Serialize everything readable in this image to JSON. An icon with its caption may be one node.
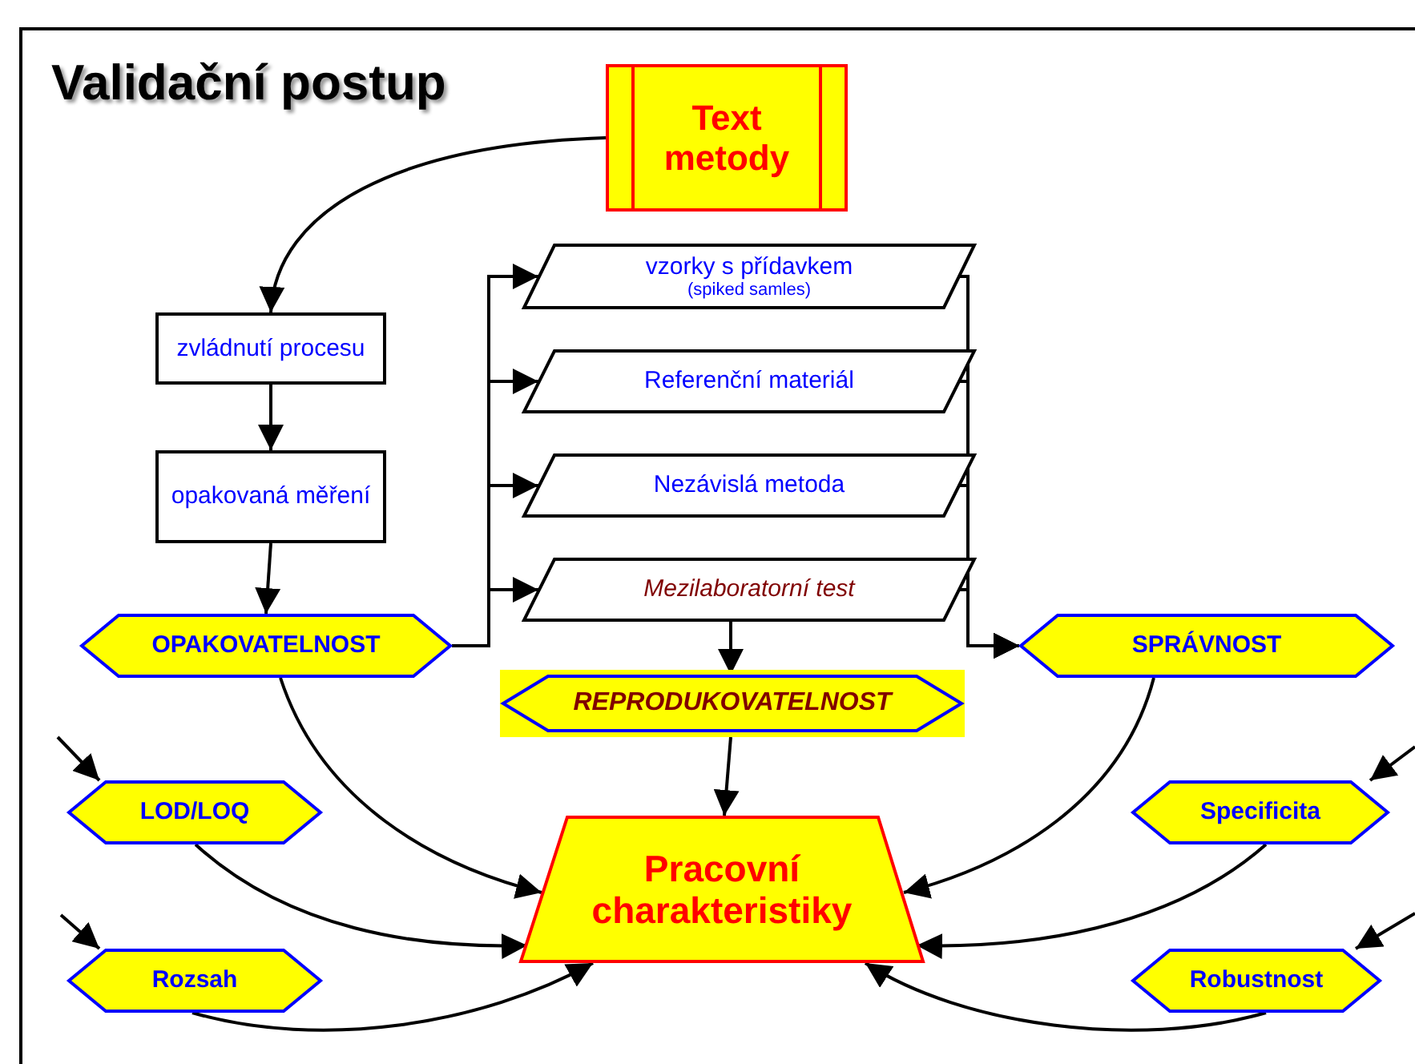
{
  "diagram": {
    "title": "Validační postup",
    "nodes": [
      {
        "text": [
          "Text metody"
        ]
      },
      {
        "text": [
          "zvládnutí procesu"
        ]
      },
      {
        "text": [
          "opakovaná měření"
        ]
      },
      {
        "text": [
          "vzorky s přídavkem",
          "(spiked samles)"
        ]
      },
      {
        "text": [
          "Referenční materiál"
        ]
      },
      {
        "text": [
          "Nezávislá metoda"
        ]
      },
      {
        "text": [
          "Mezilaboratorní test"
        ]
      },
      {
        "text": [
          "OPAKOVATELNOST"
        ]
      },
      {
        "text": [
          "SPRÁVNOST"
        ]
      },
      {
        "text": [
          "REPRODUKOVATELNOST"
        ]
      },
      {
        "text": [
          "LOD/LOQ"
        ]
      },
      {
        "text": [
          "Specificita"
        ]
      },
      {
        "text": [
          "Pracovní charakteristiky"
        ]
      },
      {
        "text": [
          "Rozsah"
        ]
      },
      {
        "text": [
          "Robustnost"
        ]
      }
    ],
    "edges": [
      {
        "from": 0,
        "to": 1,
        "arrow": "to"
      },
      {
        "from": 1,
        "to": 2,
        "arrow": "to"
      },
      {
        "from": 2,
        "to": 7,
        "arrow": "to"
      },
      {
        "from": 7,
        "to": 3,
        "arrow": "to"
      },
      {
        "from": 7,
        "to": 4,
        "arrow": "to"
      },
      {
        "from": 7,
        "to": 5,
        "arrow": "to"
      },
      {
        "from": 7,
        "to": 6,
        "arrow": "to"
      },
      {
        "from": 3,
        "to": 8,
        "arrow": "to"
      },
      {
        "from": 4,
        "to": 8,
        "arrow": "to"
      },
      {
        "from": 5,
        "to": 8,
        "arrow": "to"
      },
      {
        "from": 6,
        "to": 8,
        "arrow": "to"
      },
      {
        "from": 6,
        "to": 9,
        "arrow": "to"
      },
      {
        "from": 9,
        "to": 12,
        "arrow": "to"
      },
      {
        "from": 7,
        "to": 12,
        "arrow": "to"
      },
      {
        "from": 8,
        "to": 12,
        "arrow": "to"
      },
      {
        "from": 10,
        "to": 12,
        "arrow": "to"
      },
      {
        "from": 11,
        "to": 12,
        "arrow": "to"
      },
      {
        "from": 13,
        "to": 12,
        "arrow": "to"
      },
      {
        "from": 14,
        "to": 12,
        "arrow": "to"
      },
      {
        "from": null,
        "to": 10,
        "arrow": "to"
      },
      {
        "from": null,
        "to": 13,
        "arrow": "to"
      },
      {
        "from": null,
        "to": 11,
        "arrow": "to"
      },
      {
        "from": null,
        "to": 14,
        "arrow": "to"
      }
    ]
  }
}
